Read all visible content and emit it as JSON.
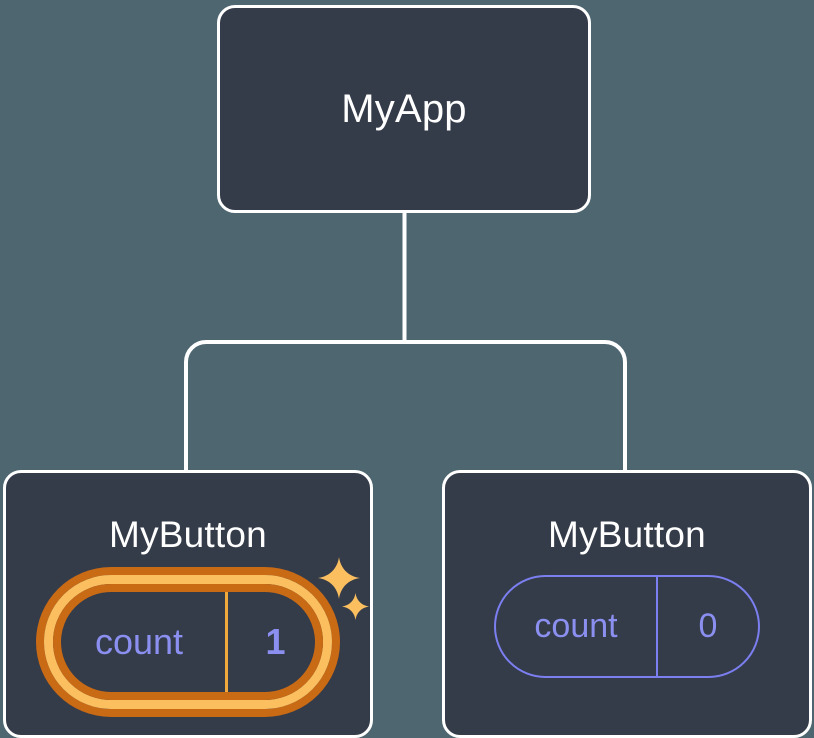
{
  "diagram": {
    "title": "component-tree",
    "background_color": "#4d6670",
    "node_fill_color": "#343b49",
    "node_border_color": "#ffffff",
    "connector_color": "#ffffff",
    "highlight_outer_color": "#c96a15",
    "highlight_inner_color": "#fbbf60",
    "state_text_color": "#8b8ff0",
    "sparkle_color": "#fbbf60"
  },
  "root": {
    "label": "MyApp"
  },
  "children": [
    {
      "label": "MyButton",
      "state": {
        "key": "count",
        "value": "1"
      },
      "highlighted": true,
      "sparkles": [
        "sparkle-large-icon",
        "sparkle-small-icon"
      ]
    },
    {
      "label": "MyButton",
      "state": {
        "key": "count",
        "value": "0"
      },
      "highlighted": false,
      "sparkles": []
    }
  ]
}
